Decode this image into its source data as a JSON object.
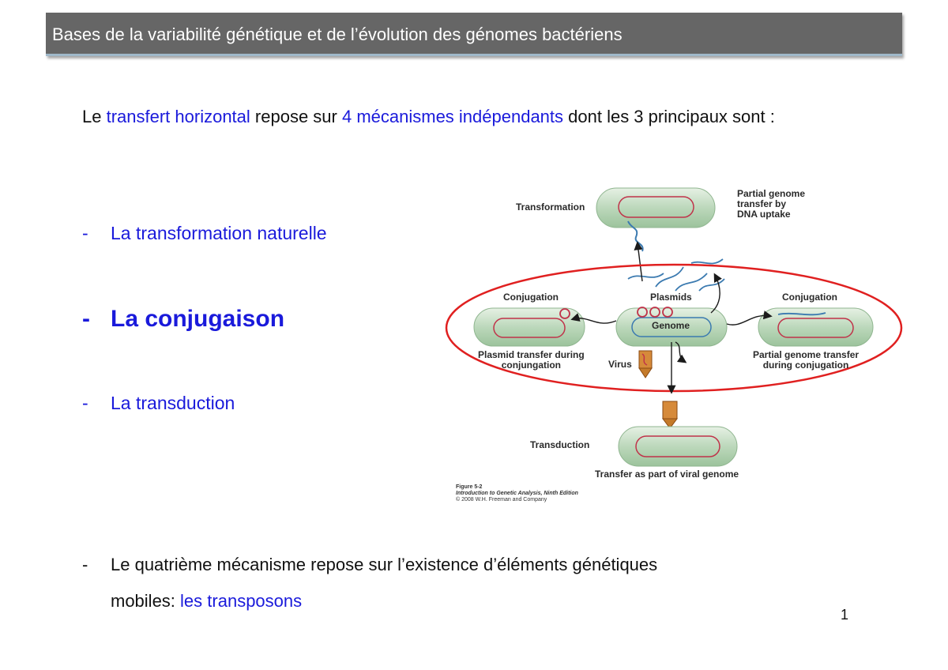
{
  "header": {
    "title": "Bases de la variabilité génétique et de l’évolution des génomes bactériens"
  },
  "intro": {
    "t1": "Le ",
    "t2": "transfert horizontal",
    "t3": " repose sur ",
    "t4": "4 mécanismes indépendants",
    "t5": " dont les 3 principaux sont :"
  },
  "bullets": [
    {
      "dash": "-",
      "label": "La transformation naturelle"
    },
    {
      "dash": "-",
      "label": "La conjugaison"
    },
    {
      "dash": "-",
      "label": "La transduction"
    }
  ],
  "fourth": {
    "dash": "-",
    "t1": "Le quatrième mécanisme repose sur l’existence d’éléments génétiques",
    "t2": "mobiles: ",
    "t3": "les transposons"
  },
  "page_number": "1",
  "figure": {
    "transformation": "Transformation",
    "partial_uptake": [
      "Partial genome",
      "transfer by",
      "DNA uptake"
    ],
    "conjugation_left": "Conjugation",
    "plasmids": "Plasmids",
    "conjugation_right": "Conjugation",
    "genome": "Genome",
    "plasmid_transfer": [
      "Plasmid transfer during",
      "conjungation"
    ],
    "virus": "Virus",
    "partial_conj": [
      "Partial genome transfer",
      "during conjugation"
    ],
    "transduction": "Transduction",
    "viral_transfer": "Transfer as part of viral genome",
    "caption": [
      "Figure 5-2",
      "Introduction to Genetic Analysis, Ninth Edition",
      "© 2008 W.H. Freeman and Company"
    ]
  },
  "colors": {
    "title_bg": "#666666",
    "accent_blue": "#1a1adb",
    "highlight_ellipse": "#e02020",
    "cell_fill": "#c9e0c8",
    "dna_line": "#c0334a"
  }
}
